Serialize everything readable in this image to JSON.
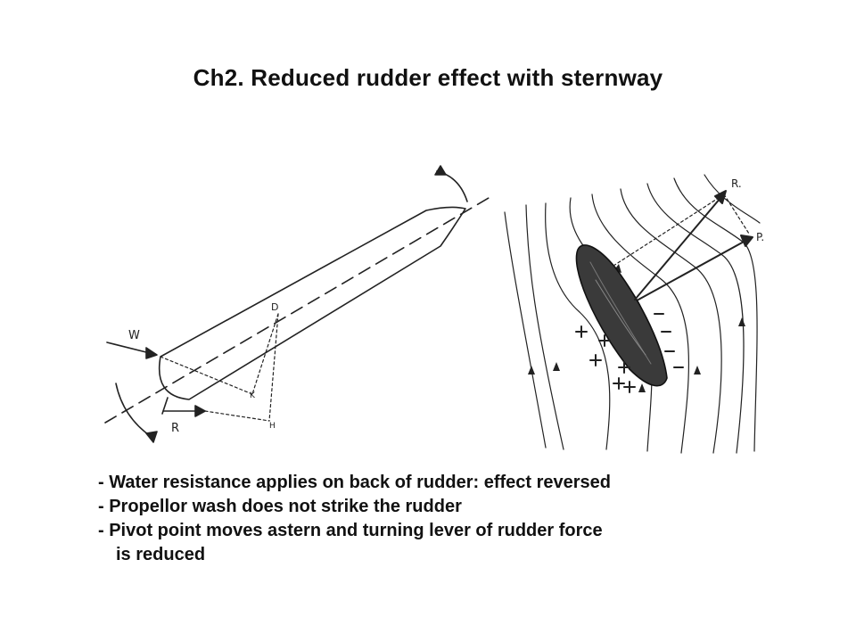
{
  "title": "Ch2. Reduced rudder effect with sternway",
  "diagram_labels": {
    "left": {
      "w": "W",
      "r": "R",
      "d": "D",
      "k": "K",
      "h": "H"
    },
    "right": {
      "r": "R.",
      "p": "P."
    }
  },
  "bullets": [
    {
      "marker": "- ",
      "text": "Water resistance applies on back of rudder: effect reversed"
    },
    {
      "marker": "- ",
      "text": "Propellor wash does not strike the rudder"
    },
    {
      "marker": "- ",
      "text": "Pivot point moves astern and turning lever of rudder force",
      "continuation": "is reduced"
    }
  ],
  "colors": {
    "ink": "#222222",
    "background": "#ffffff"
  }
}
